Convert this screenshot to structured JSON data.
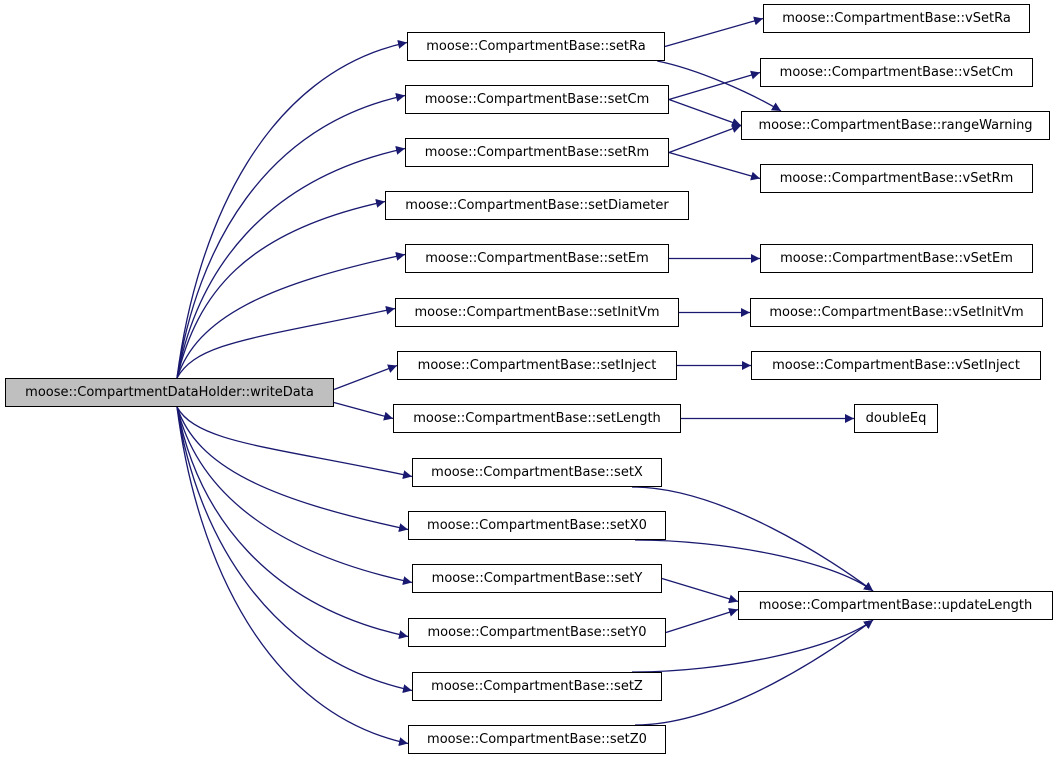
{
  "colors": {
    "edge": "#191970",
    "root_fill": "#bfbfbf",
    "node_fill": "#ffffff",
    "border": "#000000"
  },
  "nodes": {
    "root": "moose::CompartmentDataHolder::writeData",
    "setRa": "moose::CompartmentBase::setRa",
    "setCm": "moose::CompartmentBase::setCm",
    "setRm": "moose::CompartmentBase::setRm",
    "setDiameter": "moose::CompartmentBase::setDiameter",
    "setEm": "moose::CompartmentBase::setEm",
    "setInitVm": "moose::CompartmentBase::setInitVm",
    "setInject": "moose::CompartmentBase::setInject",
    "setLength": "moose::CompartmentBase::setLength",
    "setX": "moose::CompartmentBase::setX",
    "setX0": "moose::CompartmentBase::setX0",
    "setY": "moose::CompartmentBase::setY",
    "setY0": "moose::CompartmentBase::setY0",
    "setZ": "moose::CompartmentBase::setZ",
    "setZ0": "moose::CompartmentBase::setZ0",
    "vSetRa": "moose::CompartmentBase::vSetRa",
    "vSetCm": "moose::CompartmentBase::vSetCm",
    "rangeWarning": "moose::CompartmentBase::rangeWarning",
    "vSetRm": "moose::CompartmentBase::vSetRm",
    "vSetEm": "moose::CompartmentBase::vSetEm",
    "vSetInitVm": "moose::CompartmentBase::vSetInitVm",
    "vSetInject": "moose::CompartmentBase::vSetInject",
    "doubleEq": "doubleEq",
    "updateLength": "moose::CompartmentBase::updateLength"
  },
  "edges": [
    [
      "root",
      "setRa"
    ],
    [
      "root",
      "setCm"
    ],
    [
      "root",
      "setRm"
    ],
    [
      "root",
      "setDiameter"
    ],
    [
      "root",
      "setEm"
    ],
    [
      "root",
      "setInitVm"
    ],
    [
      "root",
      "setInject"
    ],
    [
      "root",
      "setLength"
    ],
    [
      "root",
      "setX"
    ],
    [
      "root",
      "setX0"
    ],
    [
      "root",
      "setY"
    ],
    [
      "root",
      "setY0"
    ],
    [
      "root",
      "setZ"
    ],
    [
      "root",
      "setZ0"
    ],
    [
      "setRa",
      "vSetRa"
    ],
    [
      "setRa",
      "rangeWarning"
    ],
    [
      "setCm",
      "vSetCm"
    ],
    [
      "setCm",
      "rangeWarning"
    ],
    [
      "setRm",
      "rangeWarning"
    ],
    [
      "setRm",
      "vSetRm"
    ],
    [
      "setEm",
      "vSetEm"
    ],
    [
      "setInitVm",
      "vSetInitVm"
    ],
    [
      "setInject",
      "vSetInject"
    ],
    [
      "setLength",
      "doubleEq"
    ],
    [
      "setX",
      "updateLength"
    ],
    [
      "setX0",
      "updateLength"
    ],
    [
      "setY",
      "updateLength"
    ],
    [
      "setY0",
      "updateLength"
    ],
    [
      "setZ",
      "updateLength"
    ],
    [
      "setZ0",
      "updateLength"
    ]
  ]
}
